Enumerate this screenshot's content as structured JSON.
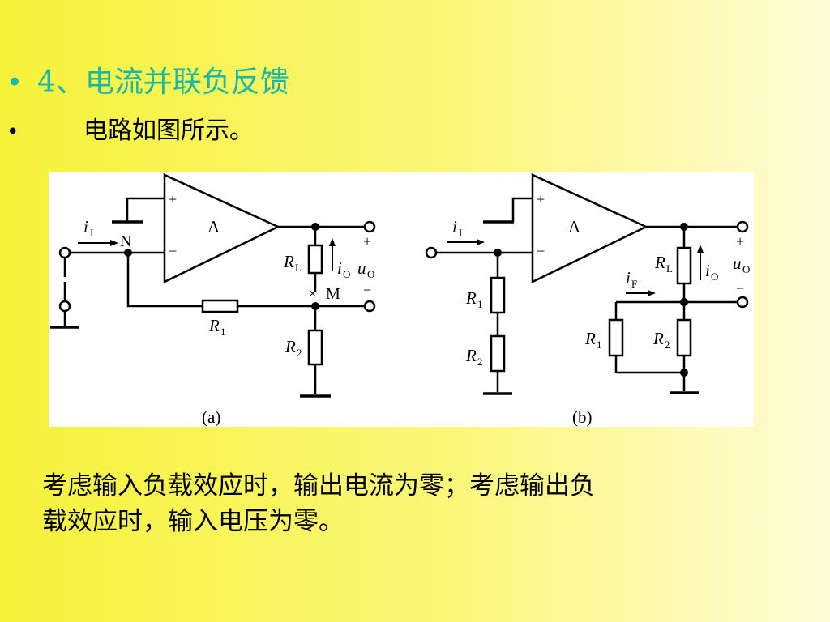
{
  "slide": {
    "heading": "4、电流并联负反馈",
    "subheading": "电路如图所示。",
    "bullet_glyph": "•",
    "body_line1": "考虑输入负载效应时，输出电流为零；考虑输出负",
    "body_line2": "载效应时，输入电压为零。"
  },
  "diagram": {
    "amp_label": "A",
    "plus": "+",
    "minus": "−",
    "node_N": "N",
    "node_M": "M",
    "cross_mark": "×",
    "i": "i",
    "u": "u",
    "R": "R",
    "sub_I": "I",
    "sub_O": "O",
    "sub_L": "L",
    "sub_F": "F",
    "sub_1": "1",
    "sub_2": "2",
    "caption_a": "(a)",
    "caption_b": "(b)"
  },
  "colors": {
    "heading": "#19b8a8",
    "text": "#000000",
    "panel": "#ffffff"
  }
}
